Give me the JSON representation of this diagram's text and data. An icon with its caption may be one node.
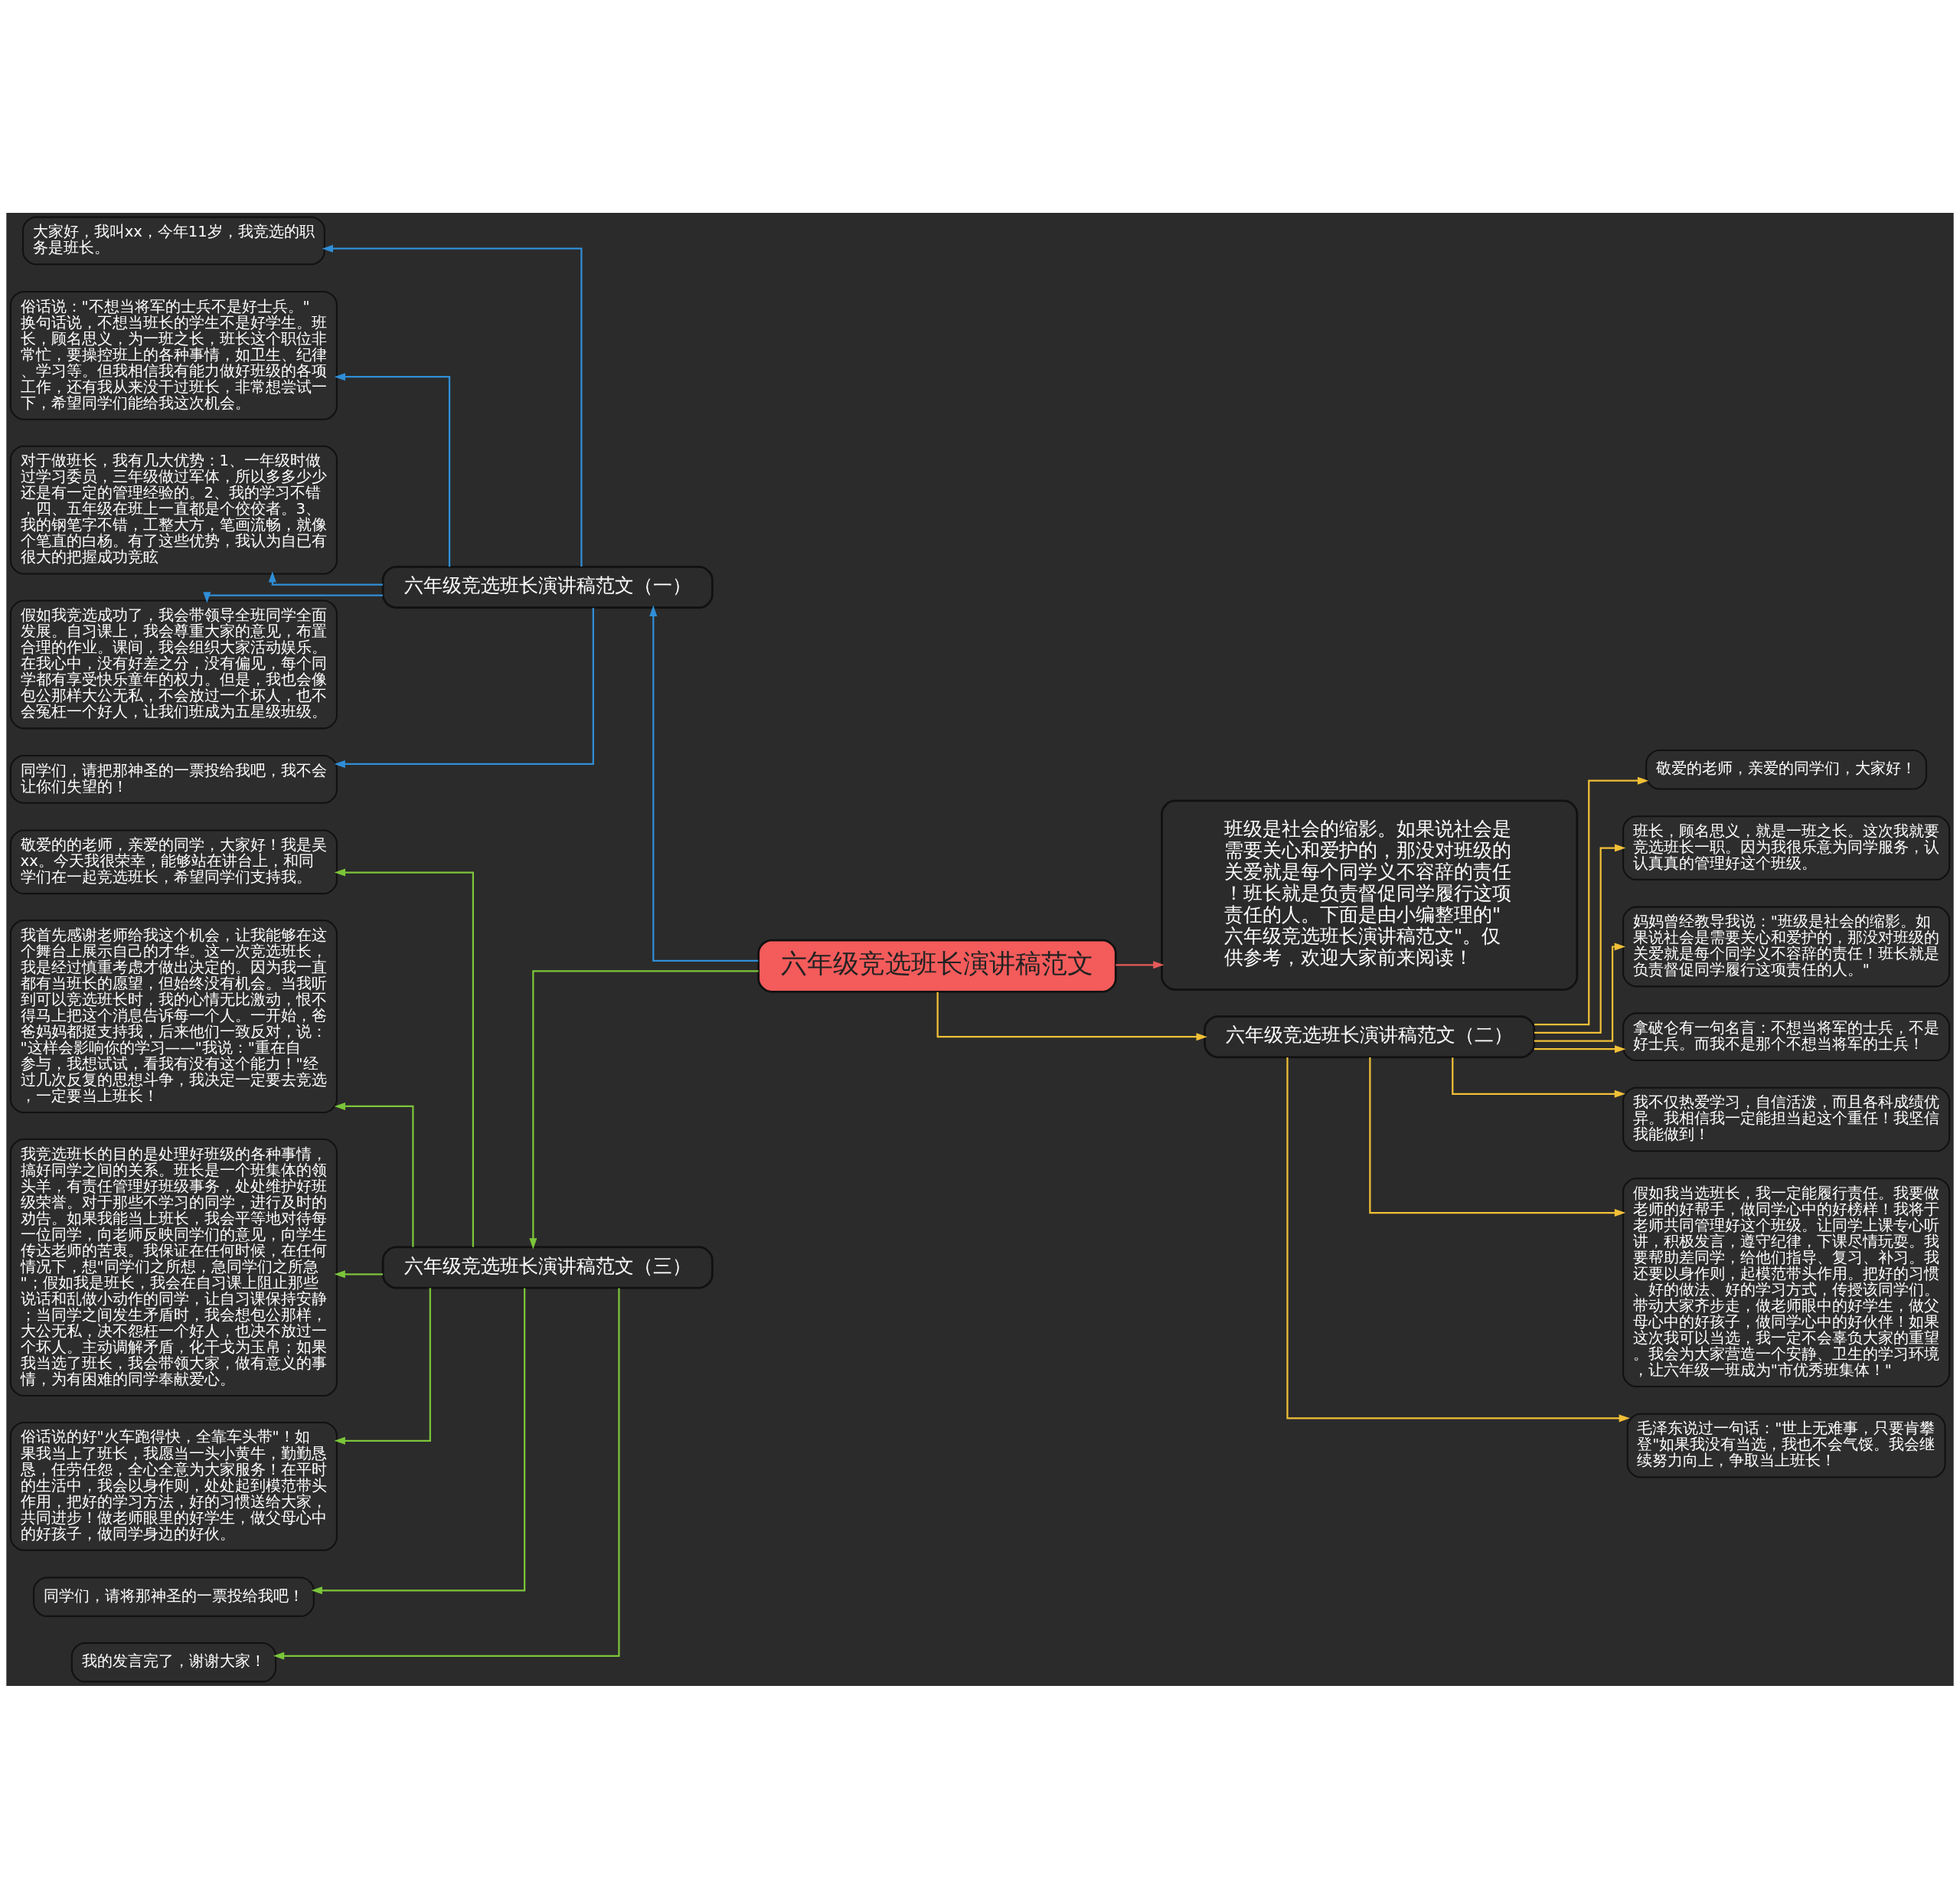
{
  "diagram": {
    "nodes": [
      {
        "text": [
          "六年级竞选班长演讲稿范文"
        ]
      },
      {
        "text": [
          "六年级竞选班长演讲稿范文（一）"
        ]
      },
      {
        "text": [
          "大家好，我叫xx，今年11岁，我竞选的职务是班长。"
        ]
      },
      {
        "text": [
          "俗话说：\"不想当将军的士兵不是好士兵。\"换句话说，不想当班长的学生不是好学生。班长，顾名思义，为一班之长，班长这个职位非常忙，要操控班上的各种事情，如卫生、纪律、学习等。但我相信我有能力做好班级的各项工作，还有我从来没干过班长，非常想尝试一下，希望同学们能给我这次机会。"
        ]
      },
      {
        "text": [
          "对于做班长，我有几大优势：1、一年级时做过学习委员，三年级做过军体，所以多多少少还是有一定的管理经验的。2、我的学习不错，四、五年级在班上一直都是个佼佼者。3、我的钢笔字不错，工整大方，笔画流畅，就像个笔直的白杨。有了这些优势，我认为自已有很大的把握成功竞眩"
        ]
      },
      {
        "text": [
          "假如我竞选成功了，我会带领导全班同学全面发展。自习课上，我会尊重大家的意见，布置合理的作业。课间，我会组织大家活动娱乐。在我心中，没有好差之分，没有偏见，每个同学都有享受快乐童年的权力。但是，我也会像包公那样大公无私，不会放过一个坏人，也不会冤枉一个好人，让我们班成为五星级班级。"
        ]
      },
      {
        "text": [
          "同学们，请把那神圣的一票投给我吧，我不会让你们失望的！"
        ]
      },
      {
        "text": [
          "六年级竞选班长演讲稿范文（三）"
        ]
      },
      {
        "text": [
          "敬爱的的老师，亲爱的同学，大家好！我是吴xx。今天我很荣幸，能够站在讲台上，和同学们在一起竞选班长，希望同学们支持我。"
        ]
      },
      {
        "text": [
          "我首先感谢老师给我这个机会，让我能够在这个舞台上展示自己的才华。这一次竞选班长，我是经过慎重考虑才做出决定的。因为我一直都有当班长的愿望，但始终没有机会。当我听到可以竞选班长时，我的心情无比激动，恨不得马上把这个消息告诉每一个人。一开始，爸爸妈妈都挺支持我，后来他们一致反对，说：\"这样会影响你的学习——\"我说：\"重在自参与，我想试试，看我有没有这个能力！\"经过几次反复的思想斗争，我决定一定要去竞选，一定要当上班长！"
        ]
      },
      {
        "text": [
          "我竞选班长的目的是处理好班级的各种事情，搞好同学之间的关系。班长是一个班集体的领头羊，有责任管理好班级事务，处处维护好班级荣誉。对于那些不学习的同学，进行及时的劝告。如果我能当上班长，我会平等地对待每一位同学，向老师反映同学们的意见，向学生传达老师的苦衷。我保证在任何时候，在任何情况下，想\"同学们之所想，急同学们之所急\"；假如我是班长，我会在自习课上阻止那些说话和乱做小动作的同学，让自习课保持安静；当同学之间发生矛盾时，我会想包公那样，大公无私，决不怨枉一个好人，也决不放过一个坏人。主动调解矛盾，化干戈为玉帛；如果我当选了班长，我会带领大家，做有意义的事情，为有困难的同学奉献爱心。"
        ]
      },
      {
        "text": [
          "俗话说的好\"火车跑得快，全靠车头带\"！如果我当上了班长，我愿当一头小黄牛，勤勤恳恳，任劳任怨，全心全意为大家服务！在平时的生活中，我会以身作则，处处起到模范带头作用，把好的学习方法，好的习惯送给大家，共同进步！做老师眼里的好学生，做父母心中的好孩子，做同学身边的好伙。"
        ]
      },
      {
        "text": [
          "同学们，请将那神圣的一票投给我吧！"
        ]
      },
      {
        "text": [
          "我的发言完了，谢谢大家！"
        ]
      },
      {
        "text": [
          "班级是社会的缩影。如果说社会是需要关心和爱护的，那没对班级的关爱就是每个同学义不容辞的责任！班长就是负责督促同学履行这项责任的人。下面是由小编整理的\"六年级竞选班长演讲稿范文\"。仅供参考，欢迎大家前来阅读！"
        ]
      },
      {
        "text": [
          "六年级竞选班长演讲稿范文（二）"
        ]
      },
      {
        "text": [
          "敬爱的老师，亲爱的同学们，大家好！"
        ]
      },
      {
        "text": [
          "班长，顾名思义，就是一班之长。这次我就要竞选班长一职。因为我很乐意为同学服务，认认真真的管理好这个班级。"
        ]
      },
      {
        "text": [
          "妈妈曾经教导我说：\"班级是社会的缩影。如果说社会是需要关心和爱护的，那没对班级的关爱就是每个同学义不容辞的责任！班长就是负责督促同学履行这项责任的人。\""
        ]
      },
      {
        "text": [
          "拿破仑有一句名言：不想当将军的士兵，不是好士兵。而我不是那个不想当将军的士兵！"
        ]
      },
      {
        "text": [
          "我不仅热爱学习，自信活泼，而且各科成绩优异。我相信我一定能担当起这个重任！我坚信我能做到！"
        ]
      },
      {
        "text": [
          "假如我当选班长，我一定能履行责任。我要做老师的好帮手，做同学心中的好榜样！我将于老师共同管理好这个班级。让同学上课专心听讲，积极发言，遵守纪律，下课尽情玩耍。我要帮助差同学，给他们指导、复习、补习。我还要以身作则，起模范带头作用。把好的习惯、好的做法、好的学习方式，传授该同学们。带动大家齐步走，做老师眼中的好学生，做父母心中的好孩子，做同学心中的好伙伴！如果这次我可以当选，我一定不会辜负大家的重望。我会为大家营造一个安静、卫生的学习环境，让六年级一班成为\"市优秀班集体！\""
        ]
      },
      {
        "text": [
          "毛泽东说过一句话：\"世上无难事，只要肯攀登\"如果我没有当选，我也不会气馁。我会继续努力向上，争取当上班长！"
        ]
      }
    ],
    "edges": [
      {
        "from": 0,
        "to": 1,
        "arrow": "to",
        "color": "#2f8fd8"
      },
      {
        "from": 1,
        "to": 2,
        "arrow": "to",
        "color": "#2f8fd8"
      },
      {
        "from": 1,
        "to": 3,
        "arrow": "to",
        "color": "#2f8fd8"
      },
      {
        "from": 1,
        "to": 4,
        "arrow": "to",
        "color": "#2f8fd8"
      },
      {
        "from": 1,
        "to": 5,
        "arrow": "to",
        "color": "#2f8fd8"
      },
      {
        "from": 1,
        "to": 6,
        "arrow": "to",
        "color": "#2f8fd8"
      },
      {
        "from": 0,
        "to": 7,
        "arrow": "to",
        "color": "#7cc63a"
      },
      {
        "from": 7,
        "to": 8,
        "arrow": "to",
        "color": "#7cc63a"
      },
      {
        "from": 7,
        "to": 9,
        "arrow": "to",
        "color": "#7cc63a"
      },
      {
        "from": 7,
        "to": 10,
        "arrow": "to",
        "color": "#7cc63a"
      },
      {
        "from": 7,
        "to": 11,
        "arrow": "to",
        "color": "#7cc63a"
      },
      {
        "from": 7,
        "to": 12,
        "arrow": "to",
        "color": "#7cc63a"
      },
      {
        "from": 7,
        "to": 13,
        "arrow": "to",
        "color": "#7cc63a"
      },
      {
        "from": 0,
        "to": 14,
        "arrow": "to",
        "color": "#e85a5a"
      },
      {
        "from": 0,
        "to": 15,
        "arrow": "to",
        "color": "#f2c037"
      },
      {
        "from": 15,
        "to": 16,
        "arrow": "to",
        "color": "#f2c037"
      },
      {
        "from": 15,
        "to": 17,
        "arrow": "to",
        "color": "#f2c037"
      },
      {
        "from": 15,
        "to": 18,
        "arrow": "to",
        "color": "#f2c037"
      },
      {
        "from": 15,
        "to": 19,
        "arrow": "to",
        "color": "#f2c037"
      },
      {
        "from": 15,
        "to": 20,
        "arrow": "to",
        "color": "#f2c037"
      },
      {
        "from": 15,
        "to": 21,
        "arrow": "to",
        "color": "#f2c037"
      },
      {
        "from": 15,
        "to": 22,
        "arrow": "to",
        "color": "#f2c037"
      }
    ]
  }
}
